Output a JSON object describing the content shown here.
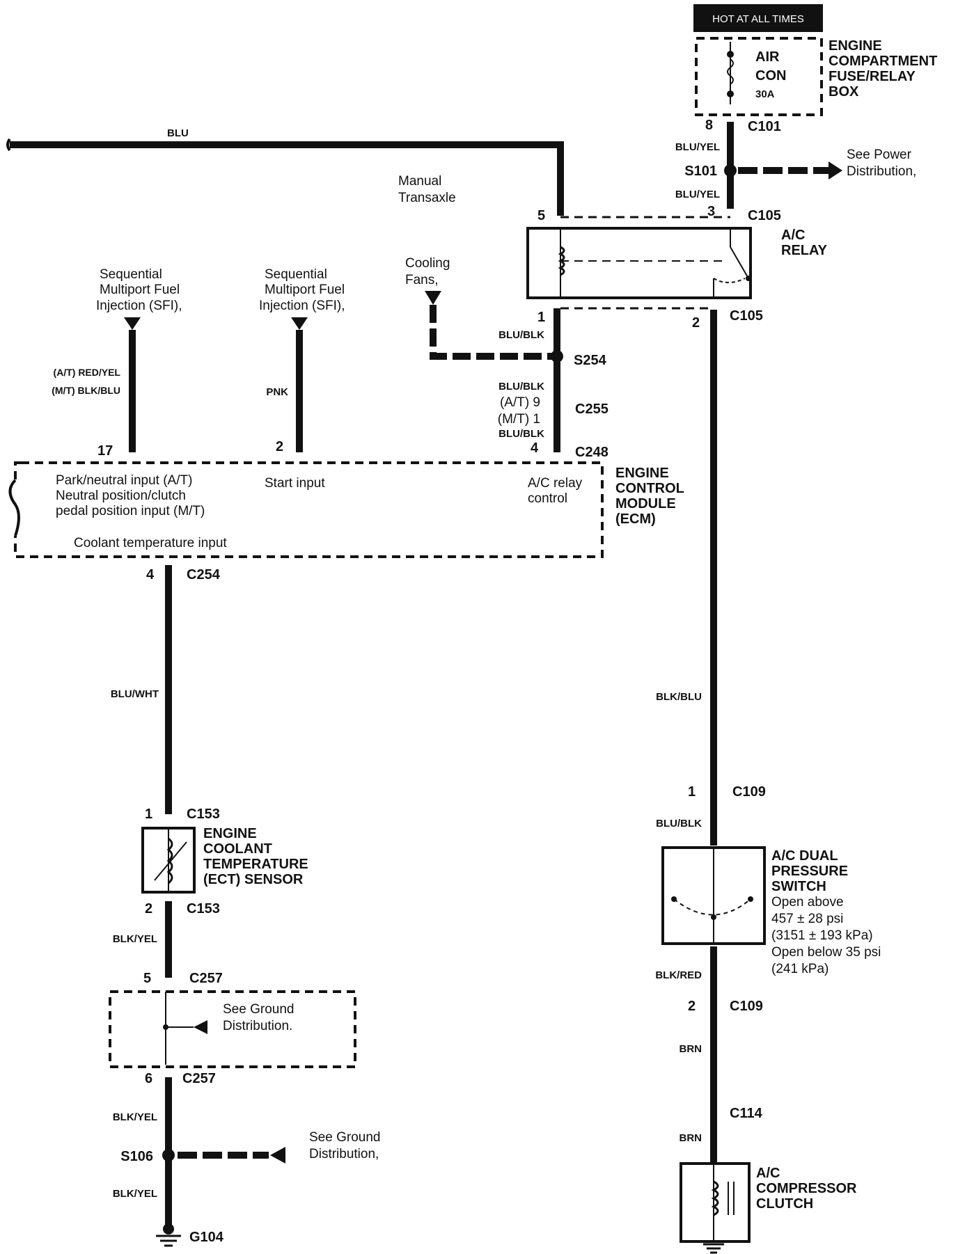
{
  "header_badge": "HOT AT ALL TIMES",
  "fuse_box": {
    "fuse_line1": "AIR",
    "fuse_line2": "CON",
    "fuse_rating": "30A",
    "title_lines": [
      "ENGINE",
      "COMPARTMENT",
      "FUSE/RELAY",
      "BOX"
    ]
  },
  "left_top_wire": "BLU",
  "manual_transaxle": [
    "Manual",
    "Transaxle"
  ],
  "c101": {
    "pin": "8",
    "name": "C101"
  },
  "wire_blu_yel_1": "BLU/YEL",
  "s101": "S101",
  "see_power": [
    "See Power",
    "Distribution,"
  ],
  "wire_blu_yel_2": "BLU/YEL",
  "c105_top": {
    "pin_left": "5",
    "pin_right": "3",
    "name": "C105"
  },
  "ac_relay": [
    "A/C",
    "RELAY"
  ],
  "cooling_fans": [
    "Cooling",
    "Fans,"
  ],
  "c105_bottom": {
    "pin_left": "1",
    "pin_right": "2",
    "name": "C105"
  },
  "wire_blu_blk_1": "BLU/BLK",
  "s254": "S254",
  "wire_blu_blk_2": "BLU/BLK",
  "c255": {
    "at": "(A/T) 9",
    "mt": "(M/T) 1",
    "name": "C255"
  },
  "wire_blu_blk_3": "BLU/BLK",
  "sfi_1": [
    "Sequential",
    "Multiport Fuel",
    "Injection (SFI),"
  ],
  "sfi_2": [
    "Sequential",
    "Multiport Fuel",
    "Injection (SFI),"
  ],
  "wire_at": "(A/T) RED/YEL",
  "wire_mt": "(M/T) BLK/BLU",
  "wire_pnk": "PNK",
  "c248": {
    "pin_17": "17",
    "pin_2": "2",
    "pin_4": "4",
    "name": "C248"
  },
  "ecm": {
    "title_lines": [
      "ENGINE",
      "CONTROL",
      "MODULE",
      "(ECM)"
    ],
    "input1": [
      "Park/neutral input (A/T)",
      "Neutral position/clutch",
      "pedal position input (M/T)"
    ],
    "input2": "Start input",
    "input3": [
      "A/C relay",
      "control"
    ],
    "input4": "Coolant temperature input"
  },
  "c254": {
    "pin": "4",
    "name": "C254"
  },
  "wire_blu_wht": "BLU/WHT",
  "c153_top": {
    "pin": "1",
    "name": "C153"
  },
  "ect": [
    "ENGINE",
    "COOLANT",
    "TEMPERATURE",
    "(ECT) SENSOR"
  ],
  "c153_bottom": {
    "pin": "2",
    "name": "C153"
  },
  "wire_blk_yel_1": "BLK/YEL",
  "c257_top": {
    "pin": "5",
    "name": "C257"
  },
  "see_ground_1": [
    "See Ground",
    "Distribution."
  ],
  "c257_bottom": {
    "pin": "6",
    "name": "C257"
  },
  "wire_blk_yel_2": "BLK/YEL",
  "s106": "S106",
  "see_ground_2": [
    "See Ground",
    "Distribution,"
  ],
  "wire_blk_yel_3": "BLK/YEL",
  "g104": "G104",
  "wire_blk_blu": "BLK/BLU",
  "c109_top": {
    "pin": "1",
    "name": "C109"
  },
  "wire_blu_blk_4": "BLU/BLK",
  "dual_switch": {
    "title_lines": [
      "A/C DUAL",
      "PRESSURE",
      "SWITCH"
    ],
    "spec_lines": [
      "Open above",
      "457 ± 28 psi",
      "(3151 ± 193 kPa)",
      "Open below 35 psi",
      "(241 kPa)"
    ]
  },
  "wire_blk_red": "BLK/RED",
  "c109_bottom": {
    "pin": "2",
    "name": "C109"
  },
  "wire_brn_1": "BRN",
  "c114": "C114",
  "wire_brn_2": "BRN",
  "clutch": [
    "A/C",
    "COMPRESSOR",
    "CLUTCH"
  ]
}
